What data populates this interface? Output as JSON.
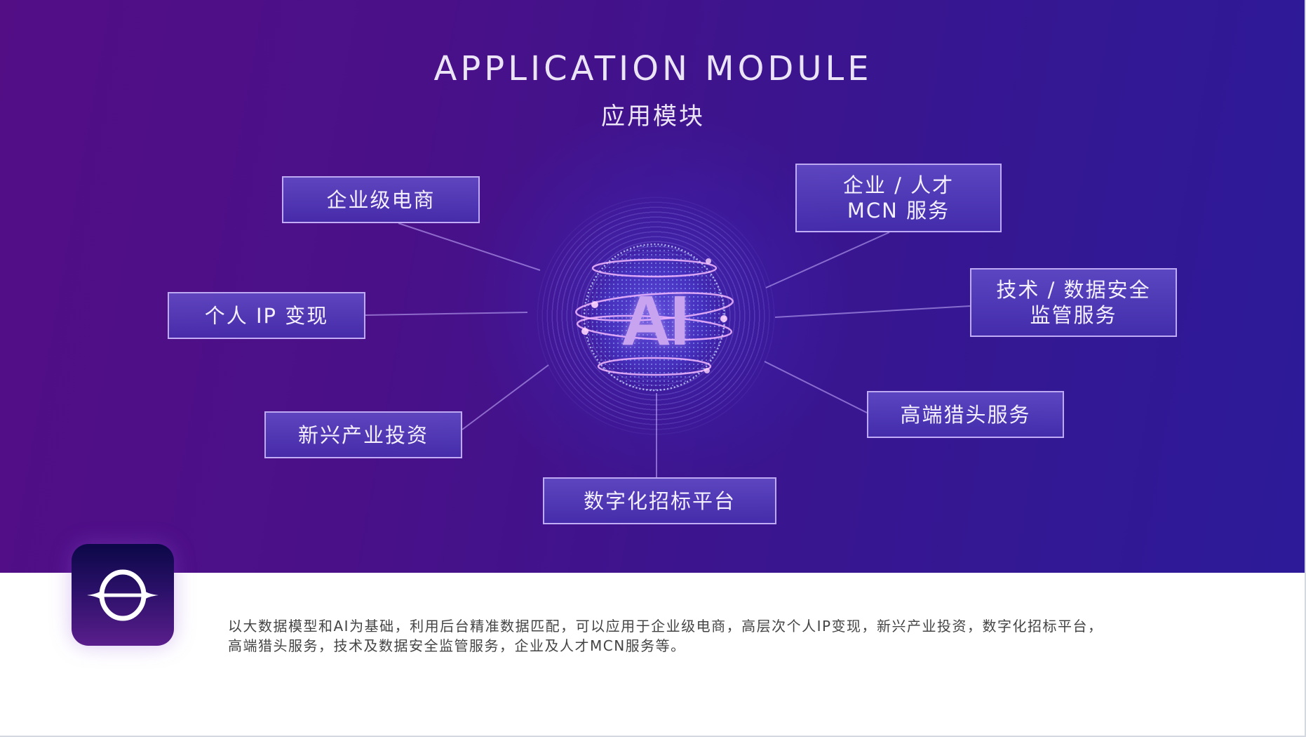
{
  "header": {
    "title_en": "APPLICATION MODULE",
    "title_zh": "应用模块"
  },
  "center": {
    "label": "AI",
    "icon": "ai-globe-icon"
  },
  "modules": [
    {
      "id": "enterprise-ecommerce",
      "lines": [
        "企业级电商"
      ]
    },
    {
      "id": "enterprise-talent-mcn",
      "lines": [
        "企业 / 人才",
        "MCN 服务"
      ]
    },
    {
      "id": "personal-ip",
      "lines": [
        "个人 IP 变现"
      ]
    },
    {
      "id": "tech-data-security",
      "lines": [
        "技术 / 数据安全",
        "监管服务"
      ]
    },
    {
      "id": "emerging-investment",
      "lines": [
        "新兴产业投资"
      ]
    },
    {
      "id": "headhunting",
      "lines": [
        "高端猎头服务"
      ]
    },
    {
      "id": "digital-bidding",
      "lines": [
        "数字化招标平台"
      ]
    }
  ],
  "footer": {
    "logo_icon": "brand-orbit-logo-icon",
    "description_line1": "以大数据模型和AI为基础，利用后台精准数据匹配，可以应用于企业级电商，高层次个人IP变现，新兴产业投资，数字化招标平台，",
    "description_line2": "高端猎头服务，技术及数据安全监管服务，企业及人才MCN服务等。"
  },
  "colors": {
    "hero_left": "#530e86",
    "hero_right": "#2c1a98",
    "node_border": "#d2beff",
    "node_fill": "#5a40c0",
    "logo_top": "#0c0848",
    "logo_bottom": "#5a1e8c",
    "body_text": "#444444"
  }
}
